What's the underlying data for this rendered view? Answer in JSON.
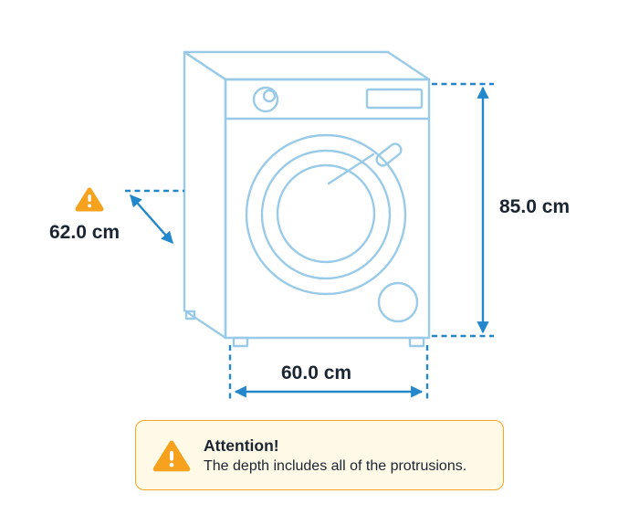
{
  "dimensions": {
    "depth": {
      "label": "62.0 cm"
    },
    "height": {
      "label": "85.0 cm"
    },
    "width": {
      "label": "60.0 cm"
    }
  },
  "attention": {
    "title": "Attention!",
    "message": "The depth includes all of the protrusions."
  },
  "icons": {
    "depth_warning": "warning-triangle-icon",
    "attention": "warning-triangle-icon"
  },
  "colors": {
    "machine_stroke": "#99cbe8",
    "arrow_blue": "#2287cb",
    "label_text": "#1b2531",
    "warning_orange": "#f6a21e",
    "attention_bg": "#fff9e7",
    "attention_border": "#f5a623"
  }
}
